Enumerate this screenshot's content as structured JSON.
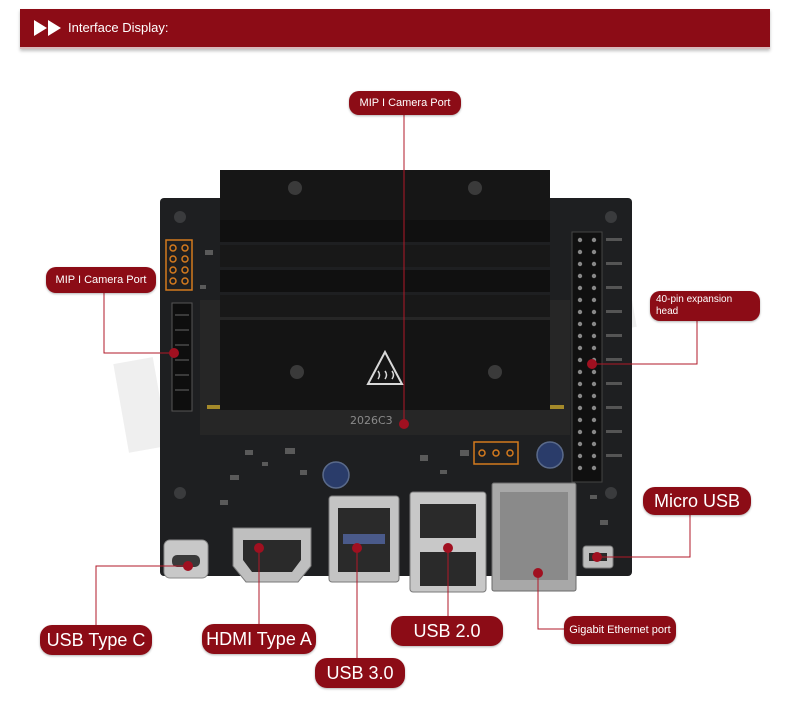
{
  "header": {
    "title": "Interface Display:",
    "icon": "double-arrow-right-icon"
  },
  "board": {
    "silkscreen_code": "2026C3"
  },
  "labels": {
    "mipi_top": "MIP I Camera Port",
    "mipi_left": "MIP I Camera Port",
    "expansion_line1": "40-pin expansion",
    "expansion_line2": "head",
    "micro_usb": "Micro USB",
    "usb_type_c": "USB Type C",
    "hdmi": "HDMI Type A",
    "usb3": "USB 3.0",
    "usb2": "USB 2.0",
    "ethernet": "Gigabit Ethernet port"
  },
  "colors": {
    "accent": "#8c0c16",
    "leader_line": "#b01828",
    "board": "#1e1f21",
    "heatsink": "#141414"
  }
}
